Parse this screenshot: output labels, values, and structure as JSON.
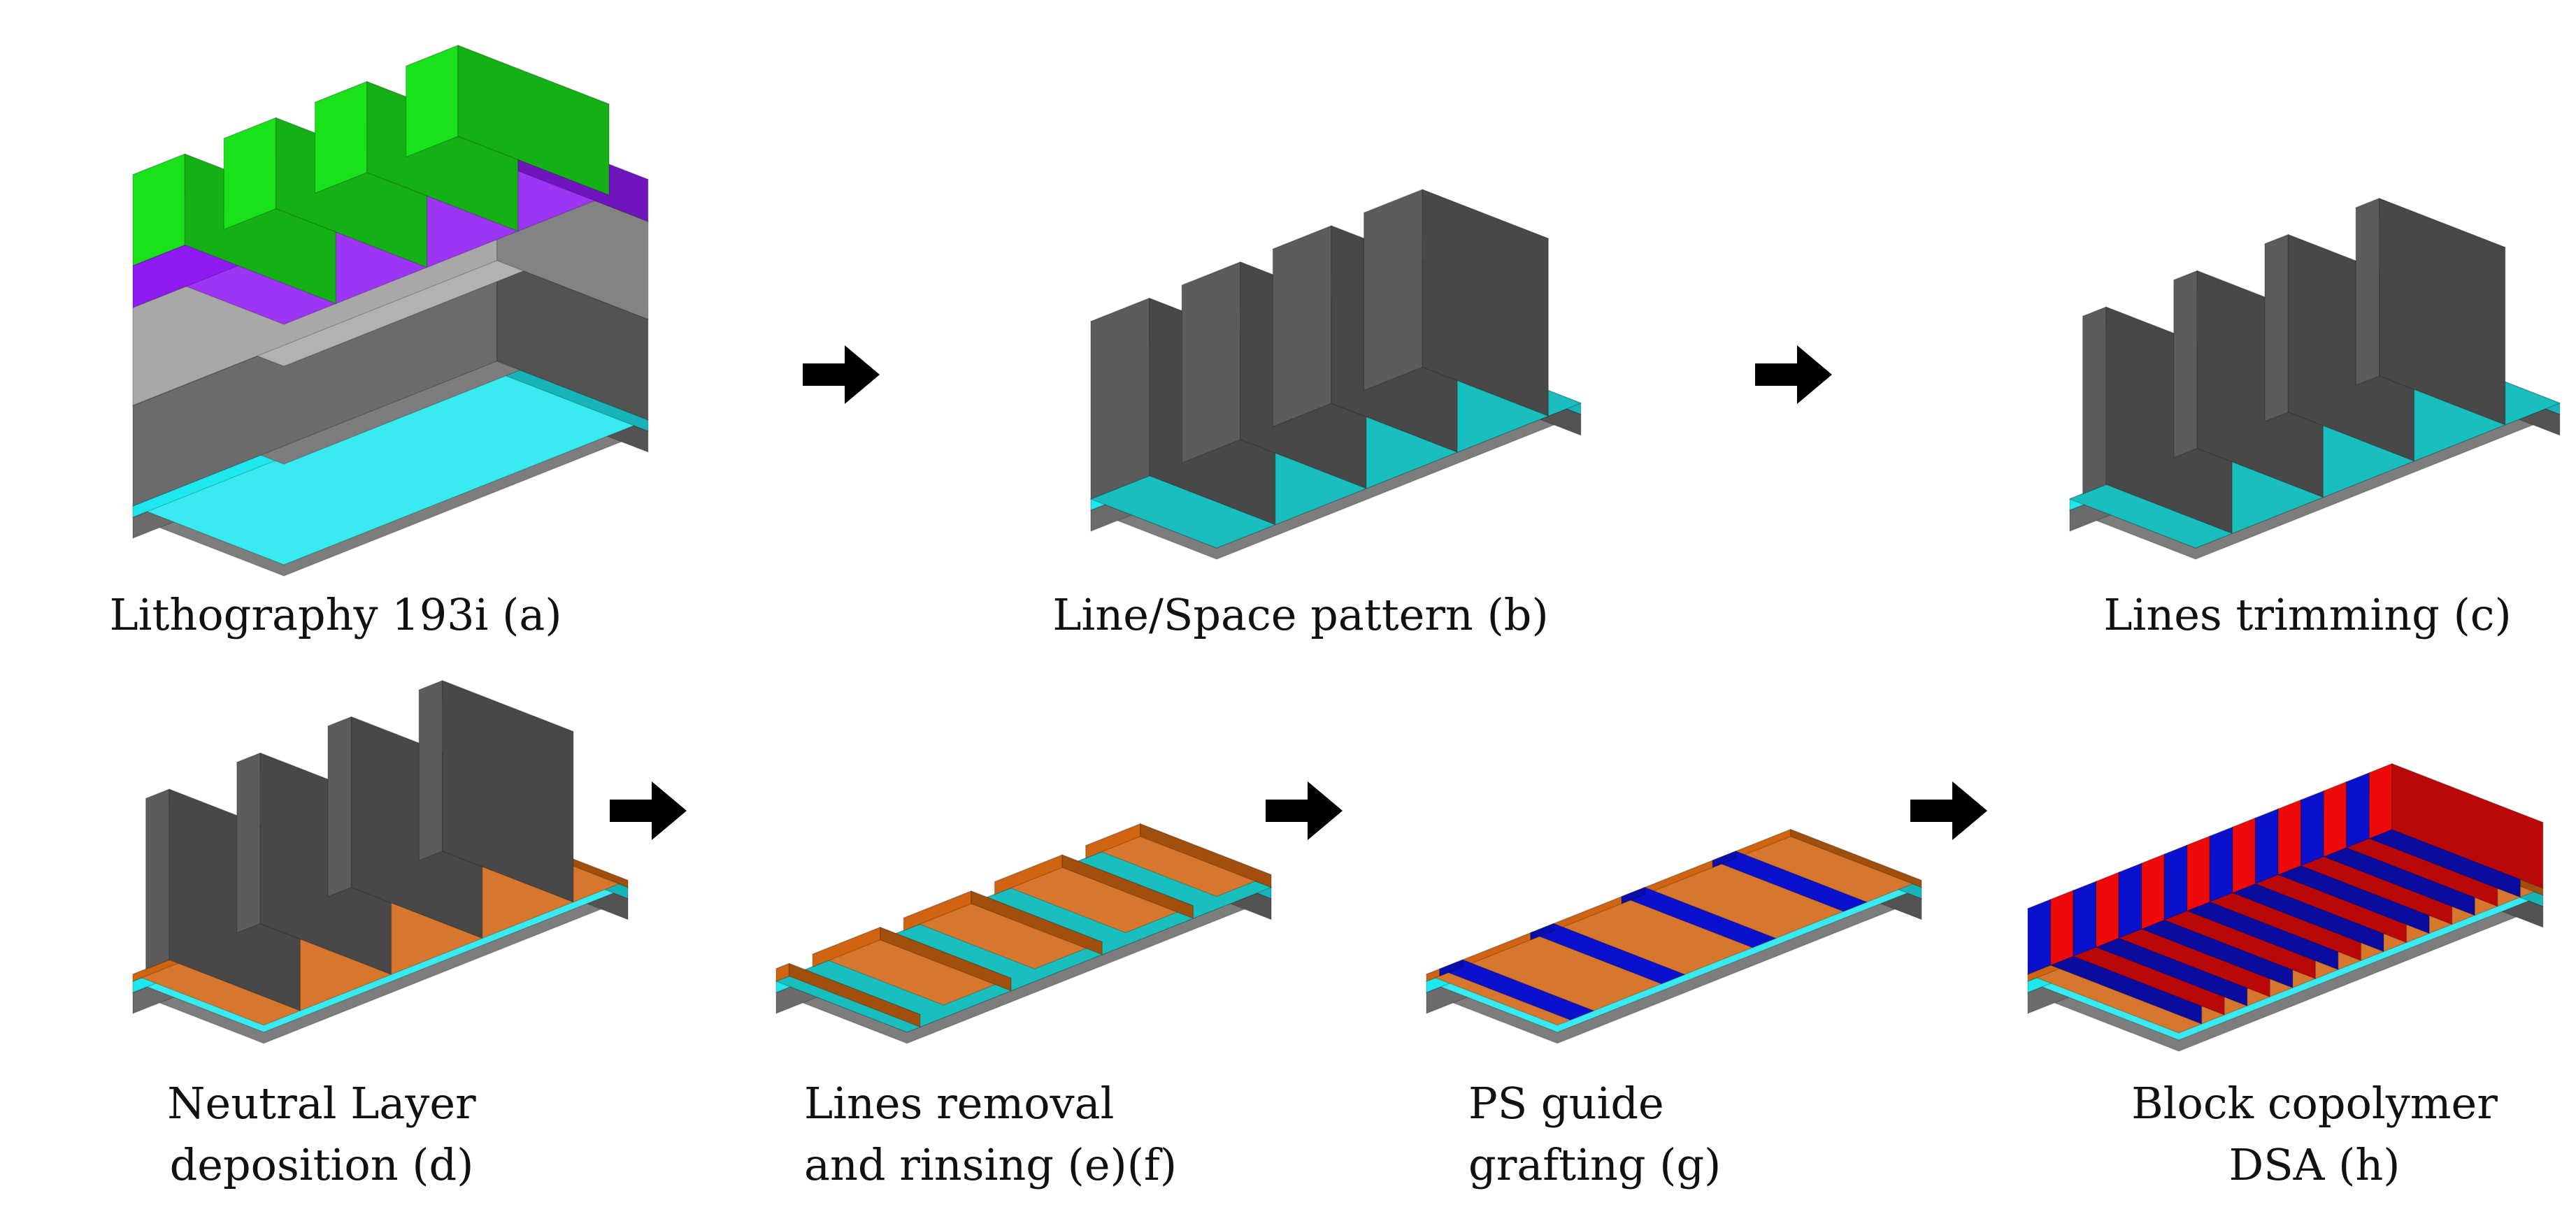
{
  "panels": [
    {
      "id": "a",
      "caption": [
        "Lithography 193i (a)"
      ]
    },
    {
      "id": "b",
      "caption": [
        "Line/Space pattern (b)"
      ]
    },
    {
      "id": "c",
      "caption": [
        "Lines trimming (c)"
      ]
    },
    {
      "id": "d",
      "caption": [
        "Neutral Layer",
        "deposition (d)"
      ]
    },
    {
      "id": "e",
      "caption": [
        "Lines removal",
        "and rinsing (e)(f)"
      ]
    },
    {
      "id": "g",
      "caption": [
        "PS guide",
        "grafting (g)"
      ]
    },
    {
      "id": "h",
      "caption": [
        "Block copolymer",
        "DSA (h)"
      ]
    }
  ],
  "arrows": [
    "b",
    "c",
    "e",
    "g",
    "h"
  ],
  "colors": {
    "substrate": "#6b6b6b",
    "cyan_layer": "#1ee8ee",
    "light_gray_layer": "#a8a8a8",
    "purple_layer": "#8f1bf2",
    "green_resist": "#19e21b",
    "dark_lines": "#5c5c5c",
    "teal_exposed": "#19bfbf",
    "orange_neutral": "#d06410",
    "blue_guide": "#0b10cc",
    "red_block": "#ee0a0a",
    "arrow": "#000000"
  }
}
